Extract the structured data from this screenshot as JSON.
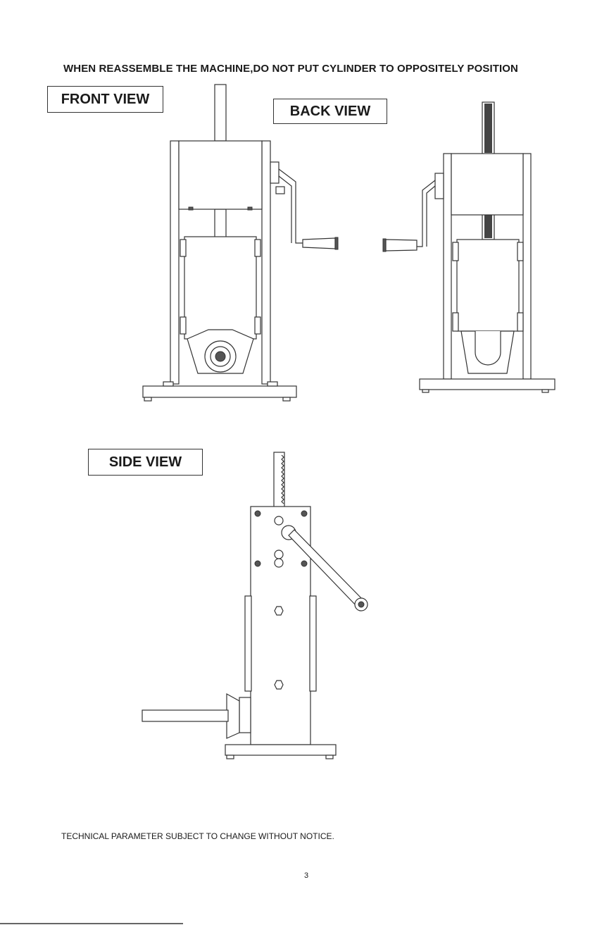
{
  "notice": {
    "warning": "WHEN REASSEMBLE THE MACHINE,DO NOT PUT CYLINDER TO OPPOSITELY POSITION",
    "footer": "TECHNICAL PARAMETER SUBJECT TO CHANGE WITHOUT NOTICE.",
    "page_number": "3"
  },
  "views": {
    "front": "FRONT VIEW",
    "back": "BACK VIEW",
    "side": "SIDE VIEW"
  }
}
